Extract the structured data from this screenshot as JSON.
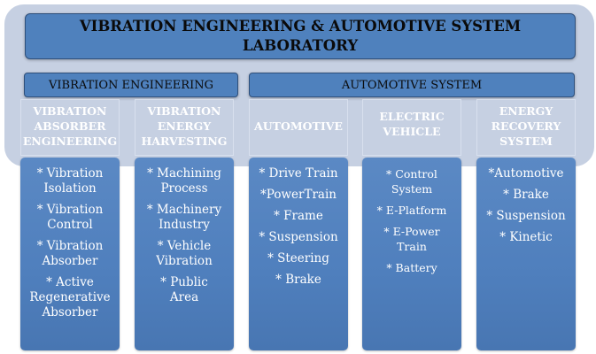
{
  "title": "VIBRATION ENGINEERING & AUTOMOTIVE SYSTEM LABORATORY",
  "sections": [
    {
      "label": "VIBRATION ENGINEERING"
    },
    {
      "label": "AUTOMOTIVE SYSTEM"
    }
  ],
  "categories": [
    {
      "label": "VIBRATION\nABSORBER\nENGINEERING",
      "items": [
        "* Vibration\nIsolation",
        "* Vibration\nControl",
        "* Vibration\nAbsorber",
        "* Active\nRegenerative\nAbsorber"
      ]
    },
    {
      "label": "VIBRATION\nENERGY\nHARVESTING",
      "items": [
        "* Machining\nProcess",
        "* Machinery\nIndustry",
        "* Vehicle\nVibration",
        "* Public\nArea"
      ]
    },
    {
      "label": "AUTOMOTIVE",
      "items": [
        "* Drive Train",
        "*PowerTrain",
        "* Frame",
        "* Suspension",
        "* Steering",
        "* Brake"
      ]
    },
    {
      "label": "ELECTRIC\nVEHICLE",
      "items": [
        "* Control\nSystem",
        "* E-Platform",
        "* E-Power\nTrain",
        "* Battery"
      ]
    },
    {
      "label": "ENERGY\nRECOVERY\nSYSTEM",
      "items": [
        "*Automotive",
        "* Brake",
        "* Suspension",
        "* Kinetic"
      ]
    }
  ],
  "colors": {
    "box_fill": "#4f81bd",
    "backdrop": "#c6d0e2",
    "category_text": "#ffffff"
  }
}
